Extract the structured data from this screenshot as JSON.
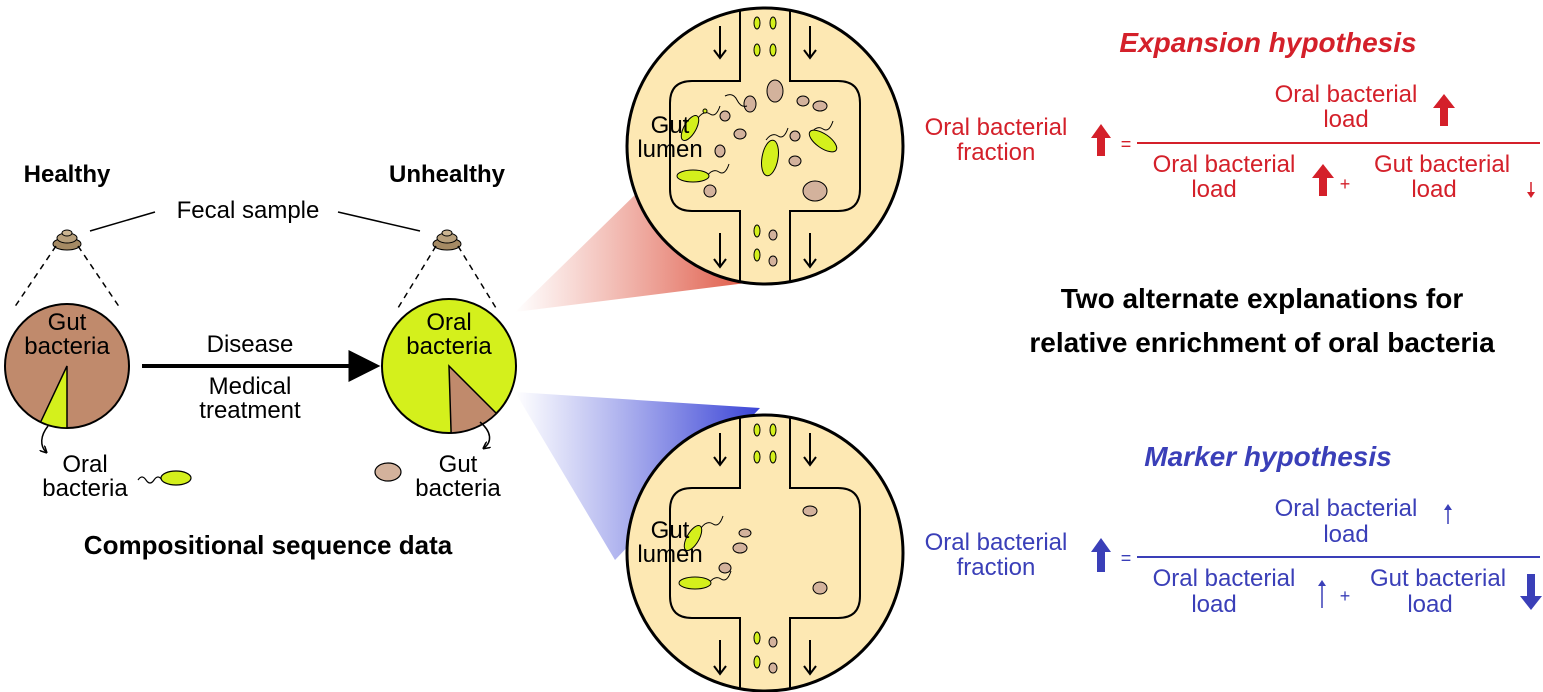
{
  "left_panel": {
    "healthy_label": "Healthy",
    "unhealthy_label": "Unhealthy",
    "fecal_sample_label": "Fecal sample",
    "healthy_pie_label": [
      "Gut",
      "bacteria"
    ],
    "unhealthy_pie_label": [
      "Oral",
      "bacteria"
    ],
    "arrow_labels": [
      "Disease",
      "Medical",
      "treatment"
    ],
    "healthy_callout": [
      "Oral",
      "bacteria"
    ],
    "unhealthy_callout": [
      "Gut",
      "bacteria"
    ],
    "caption": "Compositional sequence data"
  },
  "pies": {
    "healthy": {
      "gut_share": 0.93,
      "oral_share": 0.07
    },
    "unhealthy": {
      "oral_share": 0.88,
      "gut_share": 0.12
    }
  },
  "lumen_label": [
    "Gut",
    "lumen"
  ],
  "center_text": [
    "Two alternate explanations for",
    "relative enrichment of oral bacteria"
  ],
  "expansion": {
    "title": "Expansion hypothesis",
    "lhs": [
      "Oral bacterial",
      "fraction"
    ],
    "numerator": [
      "Oral bacterial",
      "load"
    ],
    "denom_left": [
      "Oral bacterial",
      "load"
    ],
    "denom_right": [
      "Gut bacterial",
      "load"
    ],
    "equals": "=",
    "plus": "+",
    "color": "#d4202a"
  },
  "marker": {
    "title": "Marker hypothesis",
    "lhs": [
      "Oral bacterial",
      "fraction"
    ],
    "numerator": [
      "Oral bacterial",
      "load"
    ],
    "denom_left": [
      "Oral bacterial",
      "load"
    ],
    "denom_right": [
      "Gut bacterial",
      "load"
    ],
    "equals": "=",
    "plus": "+",
    "color": "#3a3fb8"
  },
  "colors": {
    "gut_brown": "#c08a6c",
    "oral_green": "#d4f01c",
    "lumen_fill": "#fde8b3",
    "expansion_red": "#d4202a",
    "marker_blue": "#3a3fb8"
  }
}
